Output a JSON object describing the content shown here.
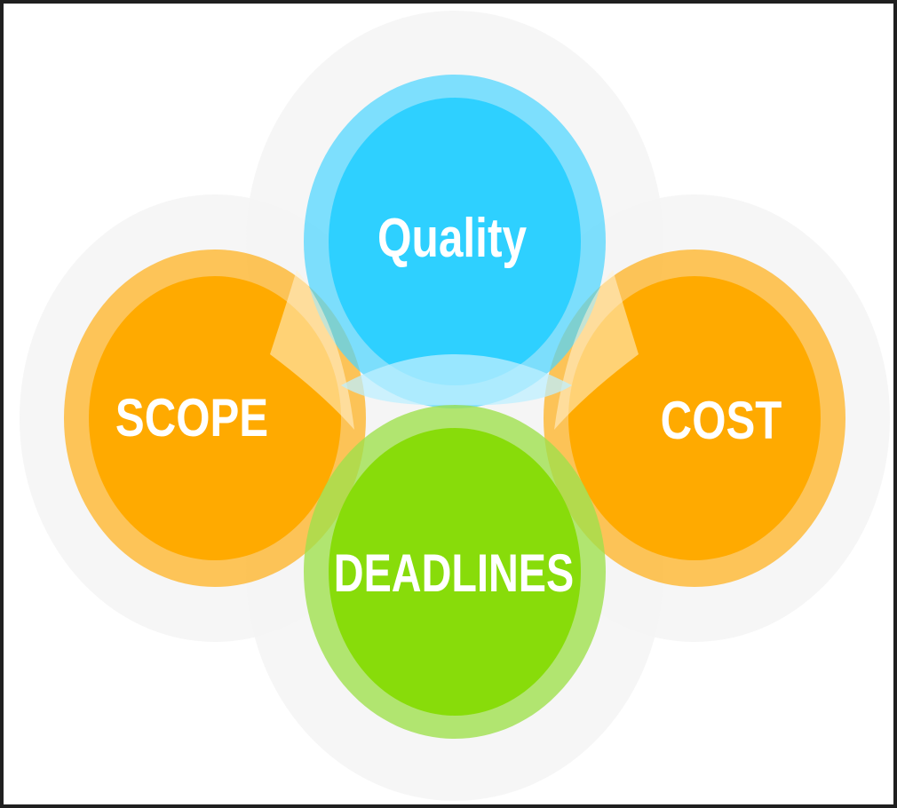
{
  "diagram": {
    "colors": {
      "background": "#ffffff",
      "frame": "#1f1f1f",
      "halo": "#f2f2f2",
      "orange": "#ffaa00",
      "orange_ring": "#ffc04a",
      "blue": "#2ed0ff",
      "blue_ring": "#73dcfb",
      "green": "#88dc0a",
      "green_ring": "#a9e35a",
      "label": "#ffffff"
    },
    "nodes": [
      {
        "id": "quality",
        "label": "Quality",
        "color": "blue"
      },
      {
        "id": "scope",
        "label": "SCOPE",
        "color": "orange"
      },
      {
        "id": "cost",
        "label": "COST",
        "color": "orange"
      },
      {
        "id": "deadlines",
        "label": "DEADLINES",
        "color": "green"
      }
    ]
  }
}
